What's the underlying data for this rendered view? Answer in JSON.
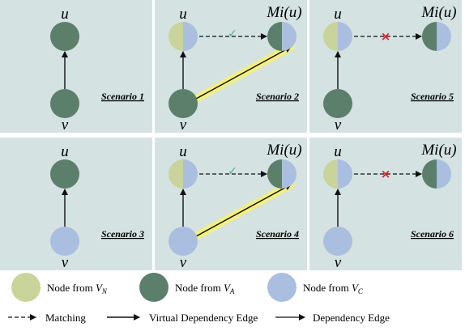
{
  "colors": {
    "panel_bg": "#d4e2e2",
    "VN": "#c9d49a",
    "VA": "#5b7f6b",
    "VC": "#aabedf",
    "highlight": "#f6f273",
    "check": "#47b494",
    "cross": "#e0232a"
  },
  "labels": {
    "u": "u",
    "v": "v",
    "mi": "Mi(u)",
    "check": "✓",
    "cross": "×"
  },
  "panels": [
    {
      "id": "s1",
      "title": "Scenario 1",
      "has_mi": false,
      "u_type": "VA",
      "v_type": "VA",
      "match": "",
      "virtual": false
    },
    {
      "id": "s2",
      "title": "Scenario 2",
      "has_mi": true,
      "u_type": "VN_VC",
      "v_type": "VA",
      "mi_type": "VA_VC",
      "match": "check",
      "virtual": true
    },
    {
      "id": "s5",
      "title": "Scenario 5",
      "has_mi": true,
      "u_type": "VN_VC",
      "v_type": "VA",
      "mi_type": "VA_VC",
      "match": "cross",
      "virtual": false
    },
    {
      "id": "s3",
      "title": "Scenario 3",
      "has_mi": false,
      "u_type": "VA",
      "v_type": "VC",
      "match": "",
      "virtual": false
    },
    {
      "id": "s4",
      "title": "Scenario 4",
      "has_mi": true,
      "u_type": "VN_VC",
      "v_type": "VC",
      "mi_type": "VA_VC",
      "match": "check",
      "virtual": true
    },
    {
      "id": "s6",
      "title": "Scenario 6",
      "has_mi": true,
      "u_type": "VN_VC",
      "v_type": "VC",
      "mi_type": "VA_VC",
      "match": "cross",
      "virtual": false
    }
  ],
  "legend": {
    "node_prefix": "Node from",
    "vn_sub": "N",
    "va_sub": "A",
    "vc_sub": "C",
    "set_letter": "V",
    "matching": "Matching",
    "virtual_edge": "Virtual Dependency Edge",
    "dependency_edge": "Dependency Edge"
  }
}
